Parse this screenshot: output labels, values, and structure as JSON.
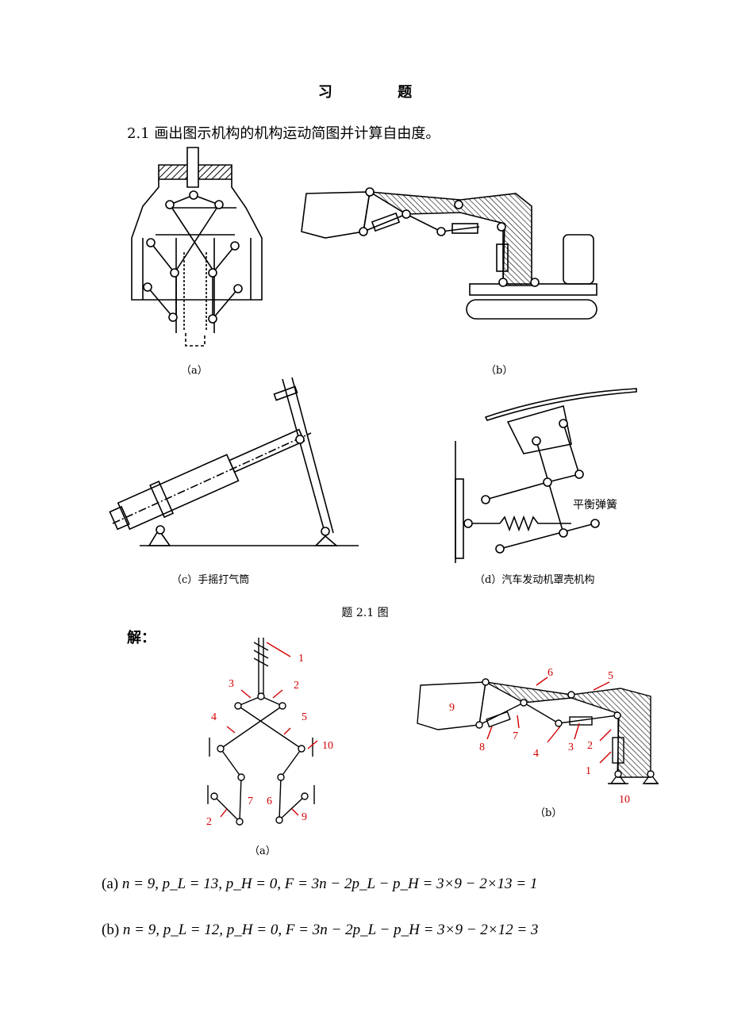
{
  "header": {
    "title": "习  题"
  },
  "question": {
    "number": "2.1",
    "text": "画出图示机构的机构运动简图并计算自由度。"
  },
  "figures": {
    "a_caption": "（a）",
    "b_caption": "（b）",
    "c_caption": "（c）手摇打气筒",
    "d_caption": "（d）汽车发动机罩壳机构",
    "d_spring_label": "平衡弹簧",
    "group_title": "题 2.1 图"
  },
  "solution": {
    "label": "解：",
    "diagram_a": {
      "caption": "（a）",
      "labels": [
        "1",
        "2",
        "3",
        "4",
        "5",
        "10",
        "7",
        "6",
        "2",
        "9"
      ]
    },
    "diagram_b": {
      "caption": "（b）",
      "labels": [
        "6",
        "5",
        "9",
        "8",
        "7",
        "4",
        "3",
        "2",
        "1",
        "10"
      ]
    },
    "eq_a": {
      "prefix": "(a)",
      "body": "n = 9, p_L = 13, p_H = 0, F = 3n − 2p_L − p_H = 3×9 − 2×13 = 1"
    },
    "eq_b": {
      "prefix": "(b)",
      "body": "n = 9, p_L = 12, p_H = 0, F = 3n − 2p_L − p_H = 3×9 − 2×12 = 3"
    }
  },
  "colors": {
    "annotation": "#d40000",
    "ink": "#000000"
  }
}
